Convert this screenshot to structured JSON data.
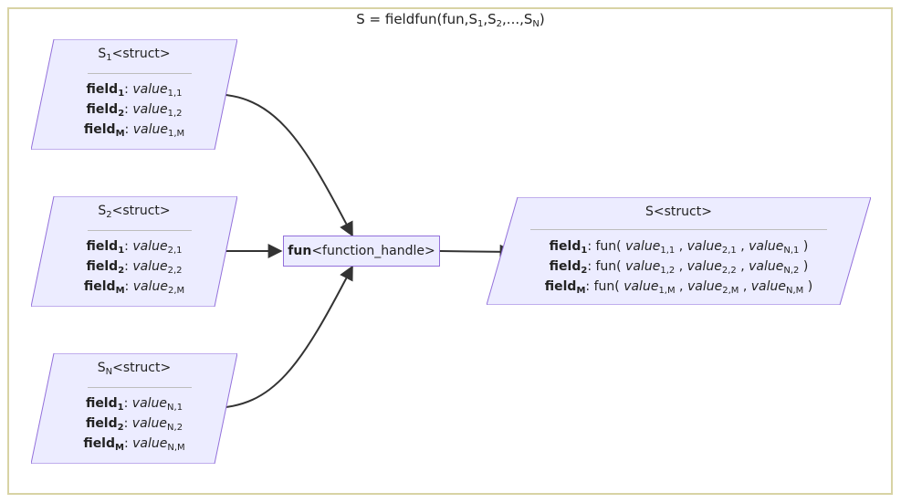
{
  "title": {
    "prefix": "S = fieldfun(fun,S",
    "s1_sub": "1",
    "comma1": ",S",
    "s2_sub": "2",
    "mid": ",...,S",
    "sn_sub": "N",
    "suffix": ")"
  },
  "colors": {
    "node_fill": "#ececff",
    "node_stroke": "#9370db",
    "frame": "#d8d3a4",
    "edge": "#333333"
  },
  "inputs": [
    {
      "name": "S",
      "name_sub": "1",
      "type": "<struct>",
      "fields": [
        {
          "label": "field",
          "label_sub": "1",
          "sep": ": ",
          "value": "value",
          "value_sub": "1,1"
        },
        {
          "label": "field",
          "label_sub": "2",
          "sep": ": ",
          "value": "value",
          "value_sub": "1,2"
        },
        {
          "label": "field",
          "label_sub": "M",
          "sep": ": ",
          "value": "value",
          "value_sub": "1,M"
        }
      ]
    },
    {
      "name": "S",
      "name_sub": "2",
      "type": "<struct>",
      "fields": [
        {
          "label": "field",
          "label_sub": "1",
          "sep": ": ",
          "value": "value",
          "value_sub": "2,1"
        },
        {
          "label": "field",
          "label_sub": "2",
          "sep": ": ",
          "value": "value",
          "value_sub": "2,2"
        },
        {
          "label": "field",
          "label_sub": "M",
          "sep": ": ",
          "value": "value",
          "value_sub": "2,M"
        }
      ]
    },
    {
      "name": "S",
      "name_sub": "N",
      "type": "<struct>",
      "fields": [
        {
          "label": "field",
          "label_sub": "1",
          "sep": ": ",
          "value": "value",
          "value_sub": "N,1"
        },
        {
          "label": "field",
          "label_sub": "2",
          "sep": ": ",
          "value": "value",
          "value_sub": "N,2"
        },
        {
          "label": "field",
          "label_sub": "M",
          "sep": ": ",
          "value": "value",
          "value_sub": "N,M"
        }
      ]
    }
  ],
  "function_node": {
    "name": "fun",
    "type": "<function_handle>"
  },
  "output": {
    "name": "S",
    "type": "<struct>",
    "fields": [
      {
        "label": "field",
        "label_sub": "1",
        "call": ": fun( ",
        "args": [
          {
            "value": "value",
            "sub": "1,1"
          },
          {
            "value": "value",
            "sub": "2,1"
          },
          {
            "value": "value",
            "sub": "N,1"
          }
        ],
        "sep": " , ",
        "close": " )"
      },
      {
        "label": "field",
        "label_sub": "2",
        "call": ": fun( ",
        "args": [
          {
            "value": "value",
            "sub": "1,2"
          },
          {
            "value": "value",
            "sub": "2,2"
          },
          {
            "value": "value",
            "sub": "N,2"
          }
        ],
        "sep": " , ",
        "close": " )"
      },
      {
        "label": "field",
        "label_sub": "M",
        "call": ": fun( ",
        "args": [
          {
            "value": "value",
            "sub": "1,M"
          },
          {
            "value": "value",
            "sub": "2,M"
          },
          {
            "value": "value",
            "sub": "N,M"
          }
        ],
        "sep": " , ",
        "close": " )"
      }
    ]
  }
}
